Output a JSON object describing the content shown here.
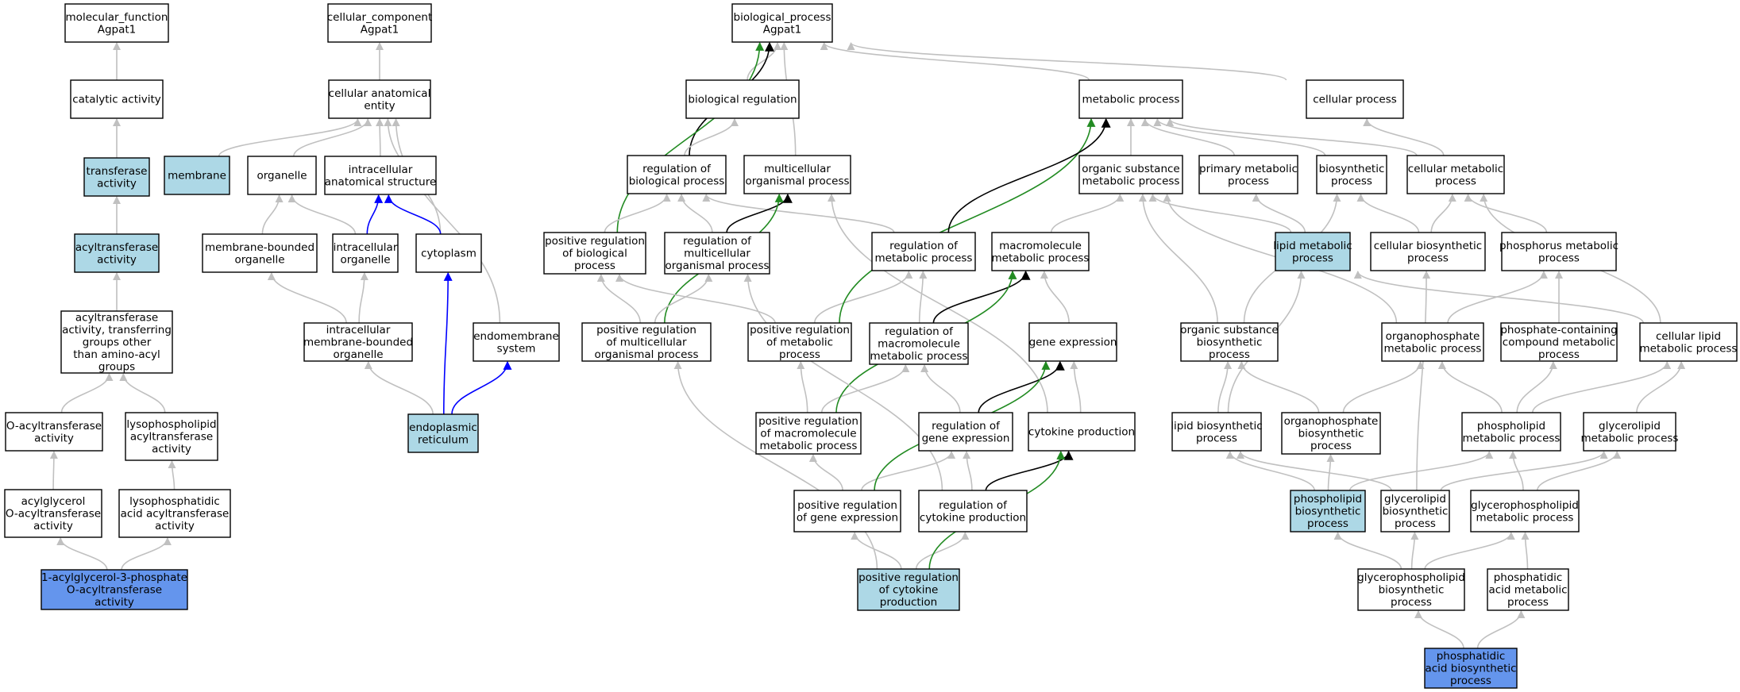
{
  "colors": {
    "default_fill": "#ffffff",
    "annotated_fill": "#add8e6",
    "query_fill": "#6495ed",
    "is_a_edge": "#c0c0c0",
    "part_of_edge": "#0000ff",
    "regulates_edge": "#000000",
    "positively_regulates_edge": "#228b22"
  },
  "nodes": [
    {
      "id": "n_mf",
      "lines": [
        "molecular_function",
        "Agpat1"
      ],
      "fill": "default"
    },
    {
      "id": "n_cat",
      "lines": [
        "catalytic activity"
      ],
      "fill": "default"
    },
    {
      "id": "n_trans",
      "lines": [
        "transferase",
        "activity"
      ],
      "fill": "annotated"
    },
    {
      "id": "n_acyl",
      "lines": [
        "acyltransferase",
        "activity"
      ],
      "fill": "annotated"
    },
    {
      "id": "n_acylother",
      "lines": [
        "acyltransferase",
        "activity, transferring",
        "groups other",
        "than amino-acyl",
        "groups"
      ],
      "fill": "default"
    },
    {
      "id": "n_oacyl",
      "lines": [
        "O-acyltransferase",
        "activity"
      ],
      "fill": "default"
    },
    {
      "id": "n_lysoacyl",
      "lines": [
        "lysophospholipid",
        "acyltransferase",
        "activity"
      ],
      "fill": "default"
    },
    {
      "id": "n_acylglyc",
      "lines": [
        "acylglycerol",
        "O-acyltransferase",
        "activity"
      ],
      "fill": "default"
    },
    {
      "id": "n_lpaat",
      "lines": [
        "lysophosphatidic",
        "acid acyltransferase",
        "activity"
      ],
      "fill": "default"
    },
    {
      "id": "n_agpat",
      "lines": [
        "1-acylglycerol-3-phosphate",
        "O-acyltransferase",
        "activity"
      ],
      "fill": "query"
    },
    {
      "id": "n_cc",
      "lines": [
        "cellular_component",
        "Agpat1"
      ],
      "fill": "default"
    },
    {
      "id": "n_cae",
      "lines": [
        "cellular anatomical",
        "entity"
      ],
      "fill": "default"
    },
    {
      "id": "n_membrane",
      "lines": [
        "membrane"
      ],
      "fill": "annotated"
    },
    {
      "id": "n_organelle",
      "lines": [
        "organelle"
      ],
      "fill": "default"
    },
    {
      "id": "n_ias",
      "lines": [
        "intracellular",
        "anatomical structure"
      ],
      "fill": "default"
    },
    {
      "id": "n_mbo",
      "lines": [
        "membrane-bounded",
        "organelle"
      ],
      "fill": "default"
    },
    {
      "id": "n_io",
      "lines": [
        "intracellular",
        "organelle"
      ],
      "fill": "default"
    },
    {
      "id": "n_cyto",
      "lines": [
        "cytoplasm"
      ],
      "fill": "default"
    },
    {
      "id": "n_imbo",
      "lines": [
        "intracellular",
        "membrane-bounded",
        "organelle"
      ],
      "fill": "default"
    },
    {
      "id": "n_endo",
      "lines": [
        "endomembrane",
        "system"
      ],
      "fill": "default"
    },
    {
      "id": "n_er",
      "lines": [
        "endoplasmic",
        "reticulum"
      ],
      "fill": "annotated"
    },
    {
      "id": "n_bp",
      "lines": [
        "biological_process",
        "Agpat1"
      ],
      "fill": "default"
    },
    {
      "id": "n_bioreg",
      "lines": [
        "biological regulation"
      ],
      "fill": "default"
    },
    {
      "id": "n_metab",
      "lines": [
        "metabolic process"
      ],
      "fill": "default"
    },
    {
      "id": "n_cellproc",
      "lines": [
        "cellular process"
      ],
      "fill": "default"
    },
    {
      "id": "n_regbp",
      "lines": [
        "regulation of",
        "biological process"
      ],
      "fill": "default"
    },
    {
      "id": "n_multi",
      "lines": [
        "multicellular",
        "organismal process"
      ],
      "fill": "default"
    },
    {
      "id": "n_osmp",
      "lines": [
        "organic substance",
        "metabolic process"
      ],
      "fill": "default"
    },
    {
      "id": "n_pmp",
      "lines": [
        "primary metabolic",
        "process"
      ],
      "fill": "default"
    },
    {
      "id": "n_biosyn",
      "lines": [
        "biosynthetic",
        "process"
      ],
      "fill": "default"
    },
    {
      "id": "n_cmp",
      "lines": [
        "cellular metabolic",
        "process"
      ],
      "fill": "default"
    },
    {
      "id": "n_posregbp",
      "lines": [
        "positive regulation",
        "of biological",
        "process"
      ],
      "fill": "default"
    },
    {
      "id": "n_regmulti",
      "lines": [
        "regulation of",
        "multicellular",
        "organismal process"
      ],
      "fill": "default"
    },
    {
      "id": "n_regmp",
      "lines": [
        "regulation of",
        "metabolic process"
      ],
      "fill": "default"
    },
    {
      "id": "n_macro",
      "lines": [
        "macromolecule",
        "metabolic process"
      ],
      "fill": "default"
    },
    {
      "id": "n_lmp",
      "lines": [
        "lipid metabolic",
        "process"
      ],
      "fill": "annotated"
    },
    {
      "id": "n_cbp",
      "lines": [
        "cellular biosynthetic",
        "process"
      ],
      "fill": "default"
    },
    {
      "id": "n_phosmp",
      "lines": [
        "phosphorus metabolic",
        "process"
      ],
      "fill": "default"
    },
    {
      "id": "n_posregmulti",
      "lines": [
        "positive regulation",
        "of multicellular",
        "organismal process"
      ],
      "fill": "default"
    },
    {
      "id": "n_posregmp",
      "lines": [
        "positive regulation",
        "of metabolic",
        "process"
      ],
      "fill": "default"
    },
    {
      "id": "n_regmacro",
      "lines": [
        "regulation of",
        "macromolecule",
        "metabolic process"
      ],
      "fill": "default"
    },
    {
      "id": "n_geneexp",
      "lines": [
        "gene expression"
      ],
      "fill": "default"
    },
    {
      "id": "n_osbp",
      "lines": [
        "organic substance",
        "biosynthetic",
        "process"
      ],
      "fill": "default"
    },
    {
      "id": "n_orgphosmp",
      "lines": [
        "organophosphate",
        "metabolic process"
      ],
      "fill": "default"
    },
    {
      "id": "n_phoscont",
      "lines": [
        "phosphate-containing",
        "compound metabolic",
        "process"
      ],
      "fill": "default"
    },
    {
      "id": "n_clmp",
      "lines": [
        "cellular lipid",
        "metabolic process"
      ],
      "fill": "default"
    },
    {
      "id": "n_posregmacro",
      "lines": [
        "positive regulation",
        "of macromolecule",
        "metabolic process"
      ],
      "fill": "default"
    },
    {
      "id": "n_reggene",
      "lines": [
        "regulation of",
        "gene expression"
      ],
      "fill": "default"
    },
    {
      "id": "n_cytoprod",
      "lines": [
        "cytokine production"
      ],
      "fill": "default"
    },
    {
      "id": "n_lbp",
      "lines": [
        "lipid biosynthetic",
        "process"
      ],
      "fill": "default"
    },
    {
      "id": "n_orgphosbp",
      "lines": [
        "organophosphate",
        "biosynthetic",
        "process"
      ],
      "fill": "default"
    },
    {
      "id": "n_plmp",
      "lines": [
        "phospholipid",
        "metabolic process"
      ],
      "fill": "default"
    },
    {
      "id": "n_glmp",
      "lines": [
        "glycerolipid",
        "metabolic process"
      ],
      "fill": "default"
    },
    {
      "id": "n_posreggene",
      "lines": [
        "positive regulation",
        "of gene expression"
      ],
      "fill": "default"
    },
    {
      "id": "n_regcyto",
      "lines": [
        "regulation of",
        "cytokine production"
      ],
      "fill": "default"
    },
    {
      "id": "n_plbp",
      "lines": [
        "phospholipid",
        "biosynthetic",
        "process"
      ],
      "fill": "annotated"
    },
    {
      "id": "n_glbp",
      "lines": [
        "glycerolipid",
        "biosynthetic",
        "process"
      ],
      "fill": "default"
    },
    {
      "id": "n_gplmp",
      "lines": [
        "glycerophospholipid",
        "metabolic process"
      ],
      "fill": "default"
    },
    {
      "id": "n_posregcyto",
      "lines": [
        "positive regulation",
        "of cytokine",
        "production"
      ],
      "fill": "annotated"
    },
    {
      "id": "n_gplbp",
      "lines": [
        "glycerophospholipid",
        "biosynthetic",
        "process"
      ],
      "fill": "default"
    },
    {
      "id": "n_pamp",
      "lines": [
        "phosphatidic",
        "acid metabolic",
        "process"
      ],
      "fill": "default"
    },
    {
      "id": "n_pabp",
      "lines": [
        "phosphatidic",
        "acid biosynthetic",
        "process"
      ],
      "fill": "query"
    }
  ],
  "edges": [
    {
      "from": "n_cat",
      "to": "n_mf",
      "type": "is_a"
    },
    {
      "from": "n_trans",
      "to": "n_cat",
      "type": "is_a"
    },
    {
      "from": "n_acyl",
      "to": "n_trans",
      "type": "is_a"
    },
    {
      "from": "n_acylother",
      "to": "n_acyl",
      "type": "is_a"
    },
    {
      "from": "n_oacyl",
      "to": "n_acylother",
      "type": "is_a"
    },
    {
      "from": "n_lysoacyl",
      "to": "n_acylother",
      "type": "is_a"
    },
    {
      "from": "n_acylglyc",
      "to": "n_oacyl",
      "type": "is_a"
    },
    {
      "from": "n_lpaat",
      "to": "n_lysoacyl",
      "type": "is_a"
    },
    {
      "from": "n_agpat",
      "to": "n_acylglyc",
      "type": "is_a"
    },
    {
      "from": "n_agpat",
      "to": "n_lpaat",
      "type": "is_a"
    },
    {
      "from": "n_cae",
      "to": "n_cc",
      "type": "is_a"
    },
    {
      "from": "n_membrane",
      "to": "n_cae",
      "type": "is_a"
    },
    {
      "from": "n_organelle",
      "to": "n_cae",
      "type": "is_a"
    },
    {
      "from": "n_ias",
      "to": "n_cae",
      "type": "is_a"
    },
    {
      "from": "n_cyto",
      "to": "n_cae",
      "type": "is_a"
    },
    {
      "from": "n_endo",
      "to": "n_cae",
      "type": "is_a"
    },
    {
      "from": "n_mbo",
      "to": "n_organelle",
      "type": "is_a"
    },
    {
      "from": "n_io",
      "to": "n_organelle",
      "type": "is_a"
    },
    {
      "from": "n_io",
      "to": "n_ias",
      "type": "part_of"
    },
    {
      "from": "n_cyto",
      "to": "n_ias",
      "type": "part_of"
    },
    {
      "from": "n_imbo",
      "to": "n_mbo",
      "type": "is_a"
    },
    {
      "from": "n_imbo",
      "to": "n_io",
      "type": "is_a"
    },
    {
      "from": "n_er",
      "to": "n_imbo",
      "type": "is_a"
    },
    {
      "from": "n_er",
      "to": "n_cyto",
      "type": "part_of"
    },
    {
      "from": "n_er",
      "to": "n_endo",
      "type": "part_of"
    },
    {
      "from": "n_bioreg",
      "to": "n_bp",
      "type": "is_a"
    },
    {
      "from": "n_multi",
      "to": "n_bp",
      "type": "is_a"
    },
    {
      "from": "n_metab",
      "to": "n_bp",
      "type": "is_a"
    },
    {
      "from": "n_cellproc",
      "to": "n_bp",
      "type": "is_a"
    },
    {
      "from": "n_regbp",
      "to": "n_bp",
      "type": "regulates"
    },
    {
      "from": "n_posregbp",
      "to": "n_bp",
      "type": "positively_regulates"
    },
    {
      "from": "n_regbp",
      "to": "n_bioreg",
      "type": "is_a"
    },
    {
      "from": "n_posregbp",
      "to": "n_regbp",
      "type": "is_a"
    },
    {
      "from": "n_regmulti",
      "to": "n_regbp",
      "type": "is_a"
    },
    {
      "from": "n_regmp",
      "to": "n_regbp",
      "type": "is_a"
    },
    {
      "from": "n_regmulti",
      "to": "n_multi",
      "type": "regulates"
    },
    {
      "from": "n_posregmulti",
      "to": "n_multi",
      "type": "positively_regulates"
    },
    {
      "from": "n_cytoprod",
      "to": "n_multi",
      "type": "is_a"
    },
    {
      "from": "n_posregmulti",
      "to": "n_posregbp",
      "type": "is_a"
    },
    {
      "from": "n_posregmulti",
      "to": "n_regmulti",
      "type": "is_a"
    },
    {
      "from": "n_posregmp",
      "to": "n_posregbp",
      "type": "is_a"
    },
    {
      "from": "n_posregmp",
      "to": "n_regmp",
      "type": "is_a"
    },
    {
      "from": "n_posregmp",
      "to": "n_metab",
      "type": "positively_regulates"
    },
    {
      "from": "n_regmp",
      "to": "n_metab",
      "type": "regulates"
    },
    {
      "from": "n_regmacro",
      "to": "n_regmp",
      "type": "is_a"
    },
    {
      "from": "n_regmacro",
      "to": "n_macro",
      "type": "regulates"
    },
    {
      "from": "n_posregmacro",
      "to": "n_posregmp",
      "type": "is_a"
    },
    {
      "from": "n_posregmacro",
      "to": "n_regmacro",
      "type": "is_a"
    },
    {
      "from": "n_posregmacro",
      "to": "n_macro",
      "type": "positively_regulates"
    },
    {
      "from": "n_reggene",
      "to": "n_regmacro",
      "type": "is_a"
    },
    {
      "from": "n_reggene",
      "to": "n_geneexp",
      "type": "regulates"
    },
    {
      "from": "n_geneexp",
      "to": "n_macro",
      "type": "is_a"
    },
    {
      "from": "n_macro",
      "to": "n_osmp",
      "type": "is_a"
    },
    {
      "from": "n_posreggene",
      "to": "n_posregmacro",
      "type": "is_a"
    },
    {
      "from": "n_posreggene",
      "to": "n_reggene",
      "type": "is_a"
    },
    {
      "from": "n_posreggene",
      "to": "n_geneexp",
      "type": "positively_regulates"
    },
    {
      "from": "n_regcyto",
      "to": "n_reggene",
      "type": "is_a"
    },
    {
      "from": "n_regcyto",
      "to": "n_regmulti",
      "type": "is_a"
    },
    {
      "from": "n_regcyto",
      "to": "n_cytoprod",
      "type": "regulates"
    },
    {
      "from": "n_cytoprod",
      "to": "n_geneexp",
      "type": "is_a"
    },
    {
      "from": "n_posregcyto",
      "to": "n_posreggene",
      "type": "is_a"
    },
    {
      "from": "n_posregcyto",
      "to": "n_regcyto",
      "type": "is_a"
    },
    {
      "from": "n_posregcyto",
      "to": "n_posregmulti",
      "type": "is_a"
    },
    {
      "from": "n_posregcyto",
      "to": "n_cytoprod",
      "type": "positively_regulates"
    },
    {
      "from": "n_osmp",
      "to": "n_metab",
      "type": "is_a"
    },
    {
      "from": "n_pmp",
      "to": "n_metab",
      "type": "is_a"
    },
    {
      "from": "n_biosyn",
      "to": "n_metab",
      "type": "is_a"
    },
    {
      "from": "n_cmp",
      "to": "n_metab",
      "type": "is_a"
    },
    {
      "from": "n_cmp",
      "to": "n_cellproc",
      "type": "is_a"
    },
    {
      "from": "n_lmp",
      "to": "n_osmp",
      "type": "is_a"
    },
    {
      "from": "n_lmp",
      "to": "n_pmp",
      "type": "is_a"
    },
    {
      "from": "n_cbp",
      "to": "n_biosyn",
      "type": "is_a"
    },
    {
      "from": "n_cbp",
      "to": "n_cmp",
      "type": "is_a"
    },
    {
      "from": "n_phosmp",
      "to": "n_cmp",
      "type": "is_a"
    },
    {
      "from": "n_osbp",
      "to": "n_osmp",
      "type": "is_a"
    },
    {
      "from": "n_osbp",
      "to": "n_biosyn",
      "type": "is_a"
    },
    {
      "from": "n_orgphosmp",
      "to": "n_osmp",
      "type": "is_a"
    },
    {
      "from": "n_orgphosmp",
      "to": "n_phosmp",
      "type": "is_a"
    },
    {
      "from": "n_phoscont",
      "to": "n_phosmp",
      "type": "is_a"
    },
    {
      "from": "n_clmp",
      "to": "n_lmp",
      "type": "is_a"
    },
    {
      "from": "n_clmp",
      "to": "n_cmp",
      "type": "is_a"
    },
    {
      "from": "n_lbp",
      "to": "n_osbp",
      "type": "is_a"
    },
    {
      "from": "n_lbp",
      "to": "n_lmp",
      "type": "is_a"
    },
    {
      "from": "n_orgphosbp",
      "to": "n_osbp",
      "type": "is_a"
    },
    {
      "from": "n_orgphosbp",
      "to": "n_orgphosmp",
      "type": "is_a"
    },
    {
      "from": "n_plmp",
      "to": "n_orgphosmp",
      "type": "is_a"
    },
    {
      "from": "n_plmp",
      "to": "n_phoscont",
      "type": "is_a"
    },
    {
      "from": "n_plmp",
      "to": "n_clmp",
      "type": "is_a"
    },
    {
      "from": "n_glmp",
      "to": "n_clmp",
      "type": "is_a"
    },
    {
      "from": "n_plbp",
      "to": "n_lbp",
      "type": "is_a"
    },
    {
      "from": "n_plbp",
      "to": "n_orgphosbp",
      "type": "is_a"
    },
    {
      "from": "n_plbp",
      "to": "n_plmp",
      "type": "is_a"
    },
    {
      "from": "n_glbp",
      "to": "n_lbp",
      "type": "is_a"
    },
    {
      "from": "n_glbp",
      "to": "n_glmp",
      "type": "is_a"
    },
    {
      "from": "n_glbp",
      "to": "n_cbp",
      "type": "is_a"
    },
    {
      "from": "n_gplmp",
      "to": "n_plmp",
      "type": "is_a"
    },
    {
      "from": "n_gplmp",
      "to": "n_glmp",
      "type": "is_a"
    },
    {
      "from": "n_gplbp",
      "to": "n_plbp",
      "type": "is_a"
    },
    {
      "from": "n_gplbp",
      "to": "n_glbp",
      "type": "is_a"
    },
    {
      "from": "n_gplbp",
      "to": "n_gplmp",
      "type": "is_a"
    },
    {
      "from": "n_pamp",
      "to": "n_gplmp",
      "type": "is_a"
    },
    {
      "from": "n_pabp",
      "to": "n_gplbp",
      "type": "is_a"
    },
    {
      "from": "n_pabp",
      "to": "n_pamp",
      "type": "is_a"
    }
  ]
}
